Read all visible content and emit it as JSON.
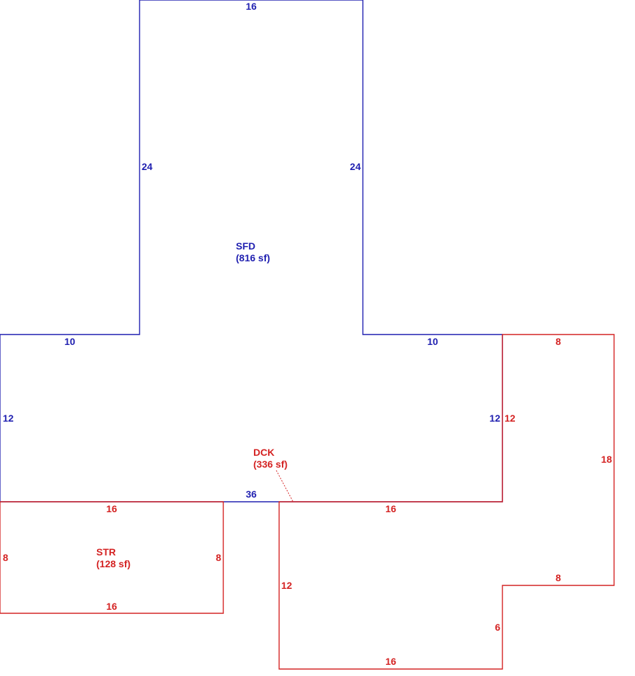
{
  "colors": {
    "sfd": "#1f1fb0",
    "red": "#d42222"
  },
  "areas": {
    "sfd": {
      "code": "SFD",
      "area": "(816 sf)"
    },
    "dck": {
      "code": "DCK",
      "area": "(336 sf)"
    },
    "str": {
      "code": "STR",
      "area": "(128 sf)"
    }
  },
  "dimensions": {
    "sfd_top": "16",
    "sfd_upper_left": "24",
    "sfd_upper_right": "24",
    "sfd_left_step": "10",
    "sfd_right_step": "10",
    "sfd_left": "12",
    "sfd_right": "12",
    "sfd_bottom": "36",
    "dck_top_right": "8",
    "dck_right_outer": "12",
    "dck_far_right": "18",
    "dck_top_left": "16",
    "dck_left": "12",
    "dck_bottom": "16",
    "dck_step_bottom": "8",
    "dck_step_vertical": "6",
    "str_top": "16",
    "str_left": "8",
    "str_right": "8",
    "str_bottom": "16"
  }
}
